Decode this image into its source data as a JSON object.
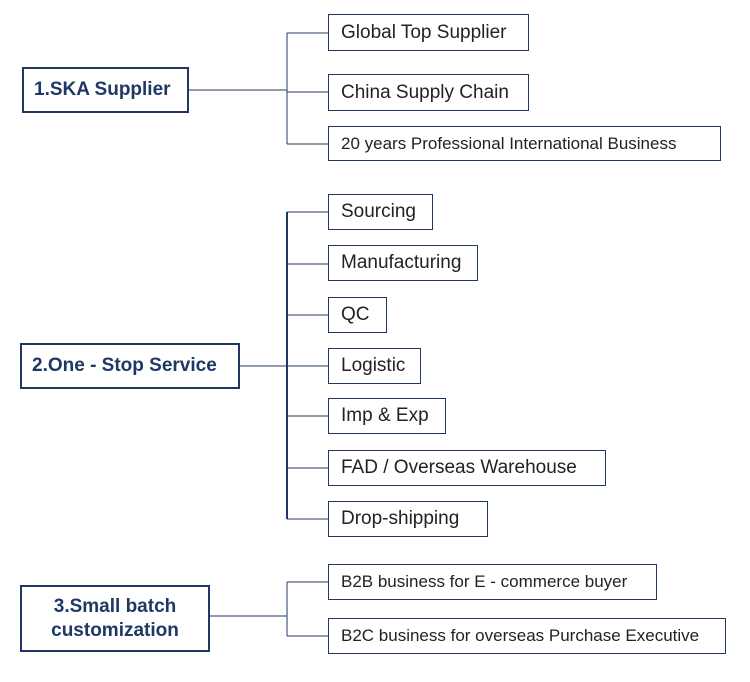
{
  "groups": [
    {
      "title": "1.SKA Supplier",
      "items": [
        "Global Top Supplier",
        "China Supply Chain",
        "20 years Professional International Business"
      ]
    },
    {
      "title": "2.One - Stop Service",
      "items": [
        "Sourcing",
        "Manufacturing",
        "QC",
        "Logistic",
        "Imp & Exp",
        "FAD / Overseas Warehouse",
        "Drop-shipping"
      ]
    },
    {
      "title_lines": [
        "3.Small batch",
        "customization"
      ],
      "items": [
        "B2B business for E - commerce buyer",
        "B2C business for overseas Purchase Executive"
      ]
    }
  ],
  "colors": {
    "border": "#1f3864",
    "main_text": "#1f3864",
    "leaf_text": "#222222"
  }
}
